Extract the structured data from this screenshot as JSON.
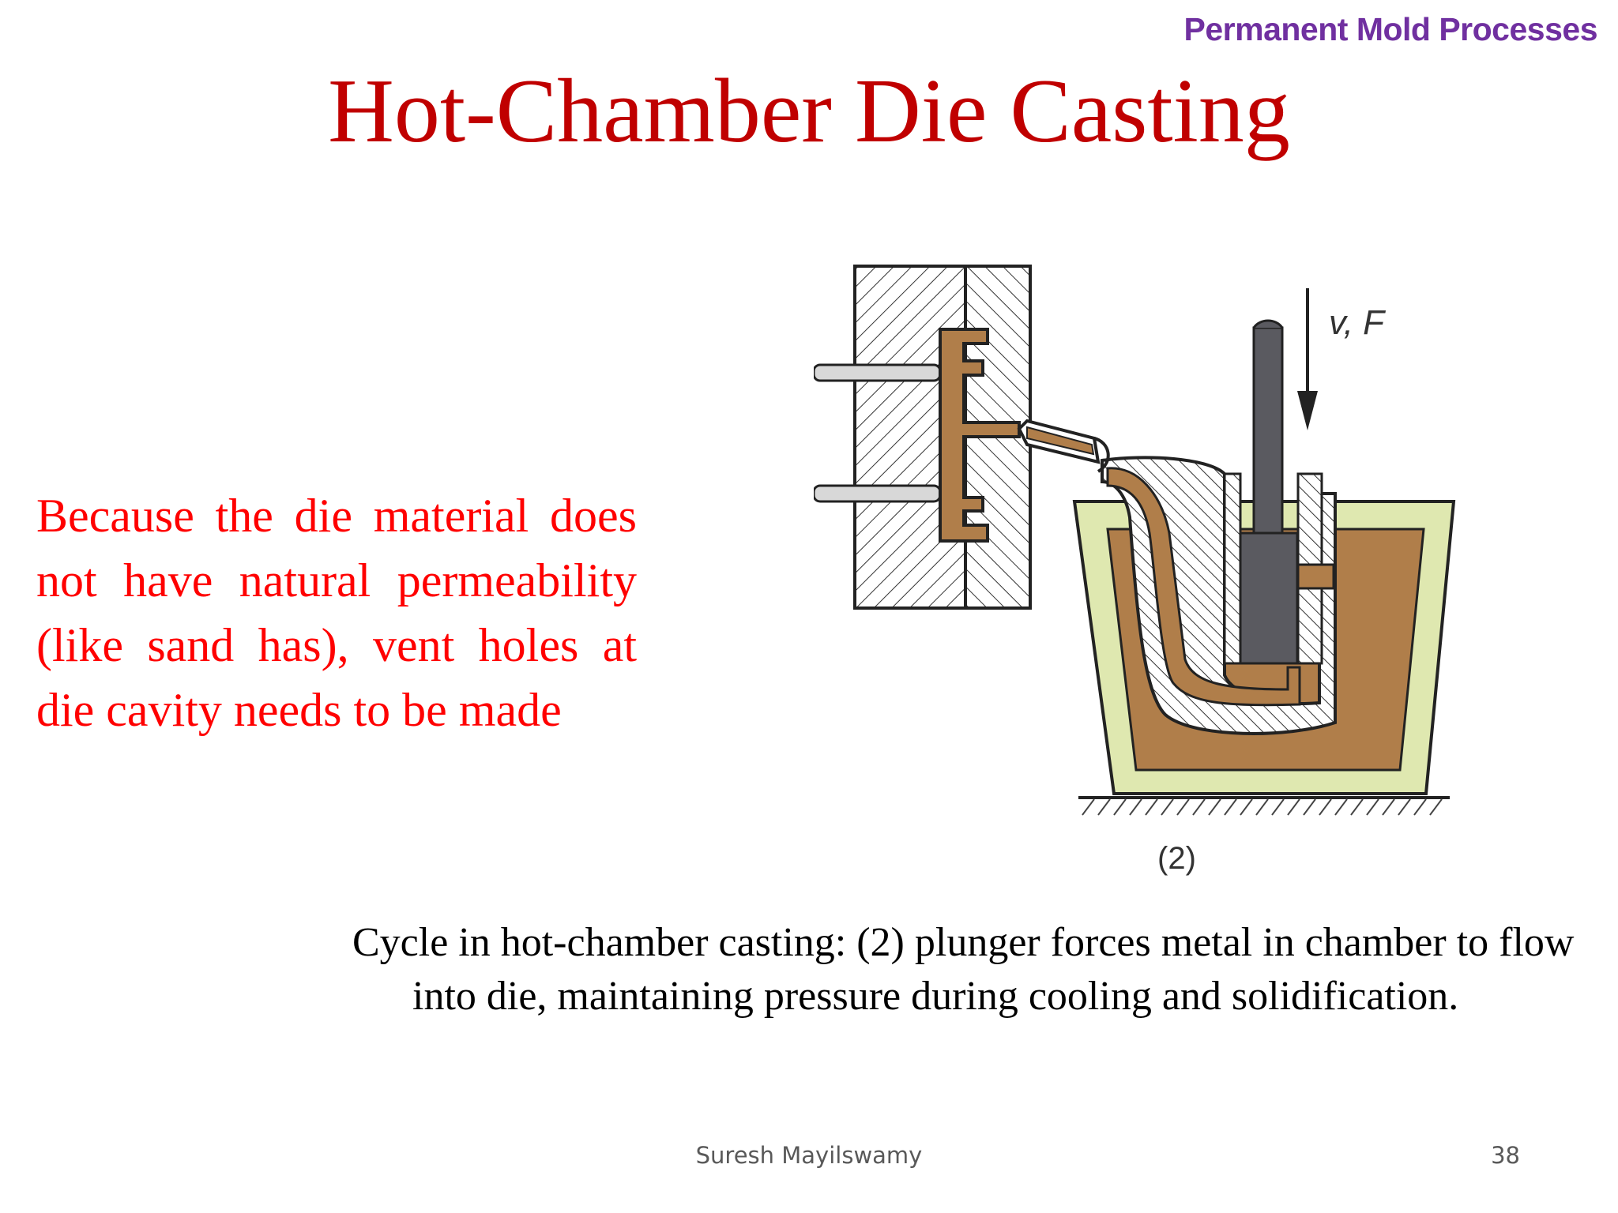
{
  "header": {
    "section_tag": "Permanent Mold Processes",
    "title": "Hot-Chamber Die Casting"
  },
  "body": {
    "left_text": "Because the die material does not have natural permeability (like sand has), vent holes at die cavity needs to be made",
    "caption": "Cycle in hot-chamber casting: (2) plunger forces metal in chamber to flow into die, maintaining pressure during cooling and solidification."
  },
  "figure": {
    "force_label": "v, F",
    "step_label": "(2)",
    "colors": {
      "molten_metal": "#b07e4a",
      "pot_wall": "#dfe8b0",
      "plunger": "#5a5a60",
      "die_steel": "#ffffff",
      "hatch": "#333333",
      "pin": "#d8d8d8"
    }
  },
  "footer": {
    "author": "Suresh Mayilswamy",
    "page_number": "38"
  },
  "colors": {
    "title": "#c00000",
    "left_text": "#ff0000",
    "section_tag": "#7030a0"
  }
}
